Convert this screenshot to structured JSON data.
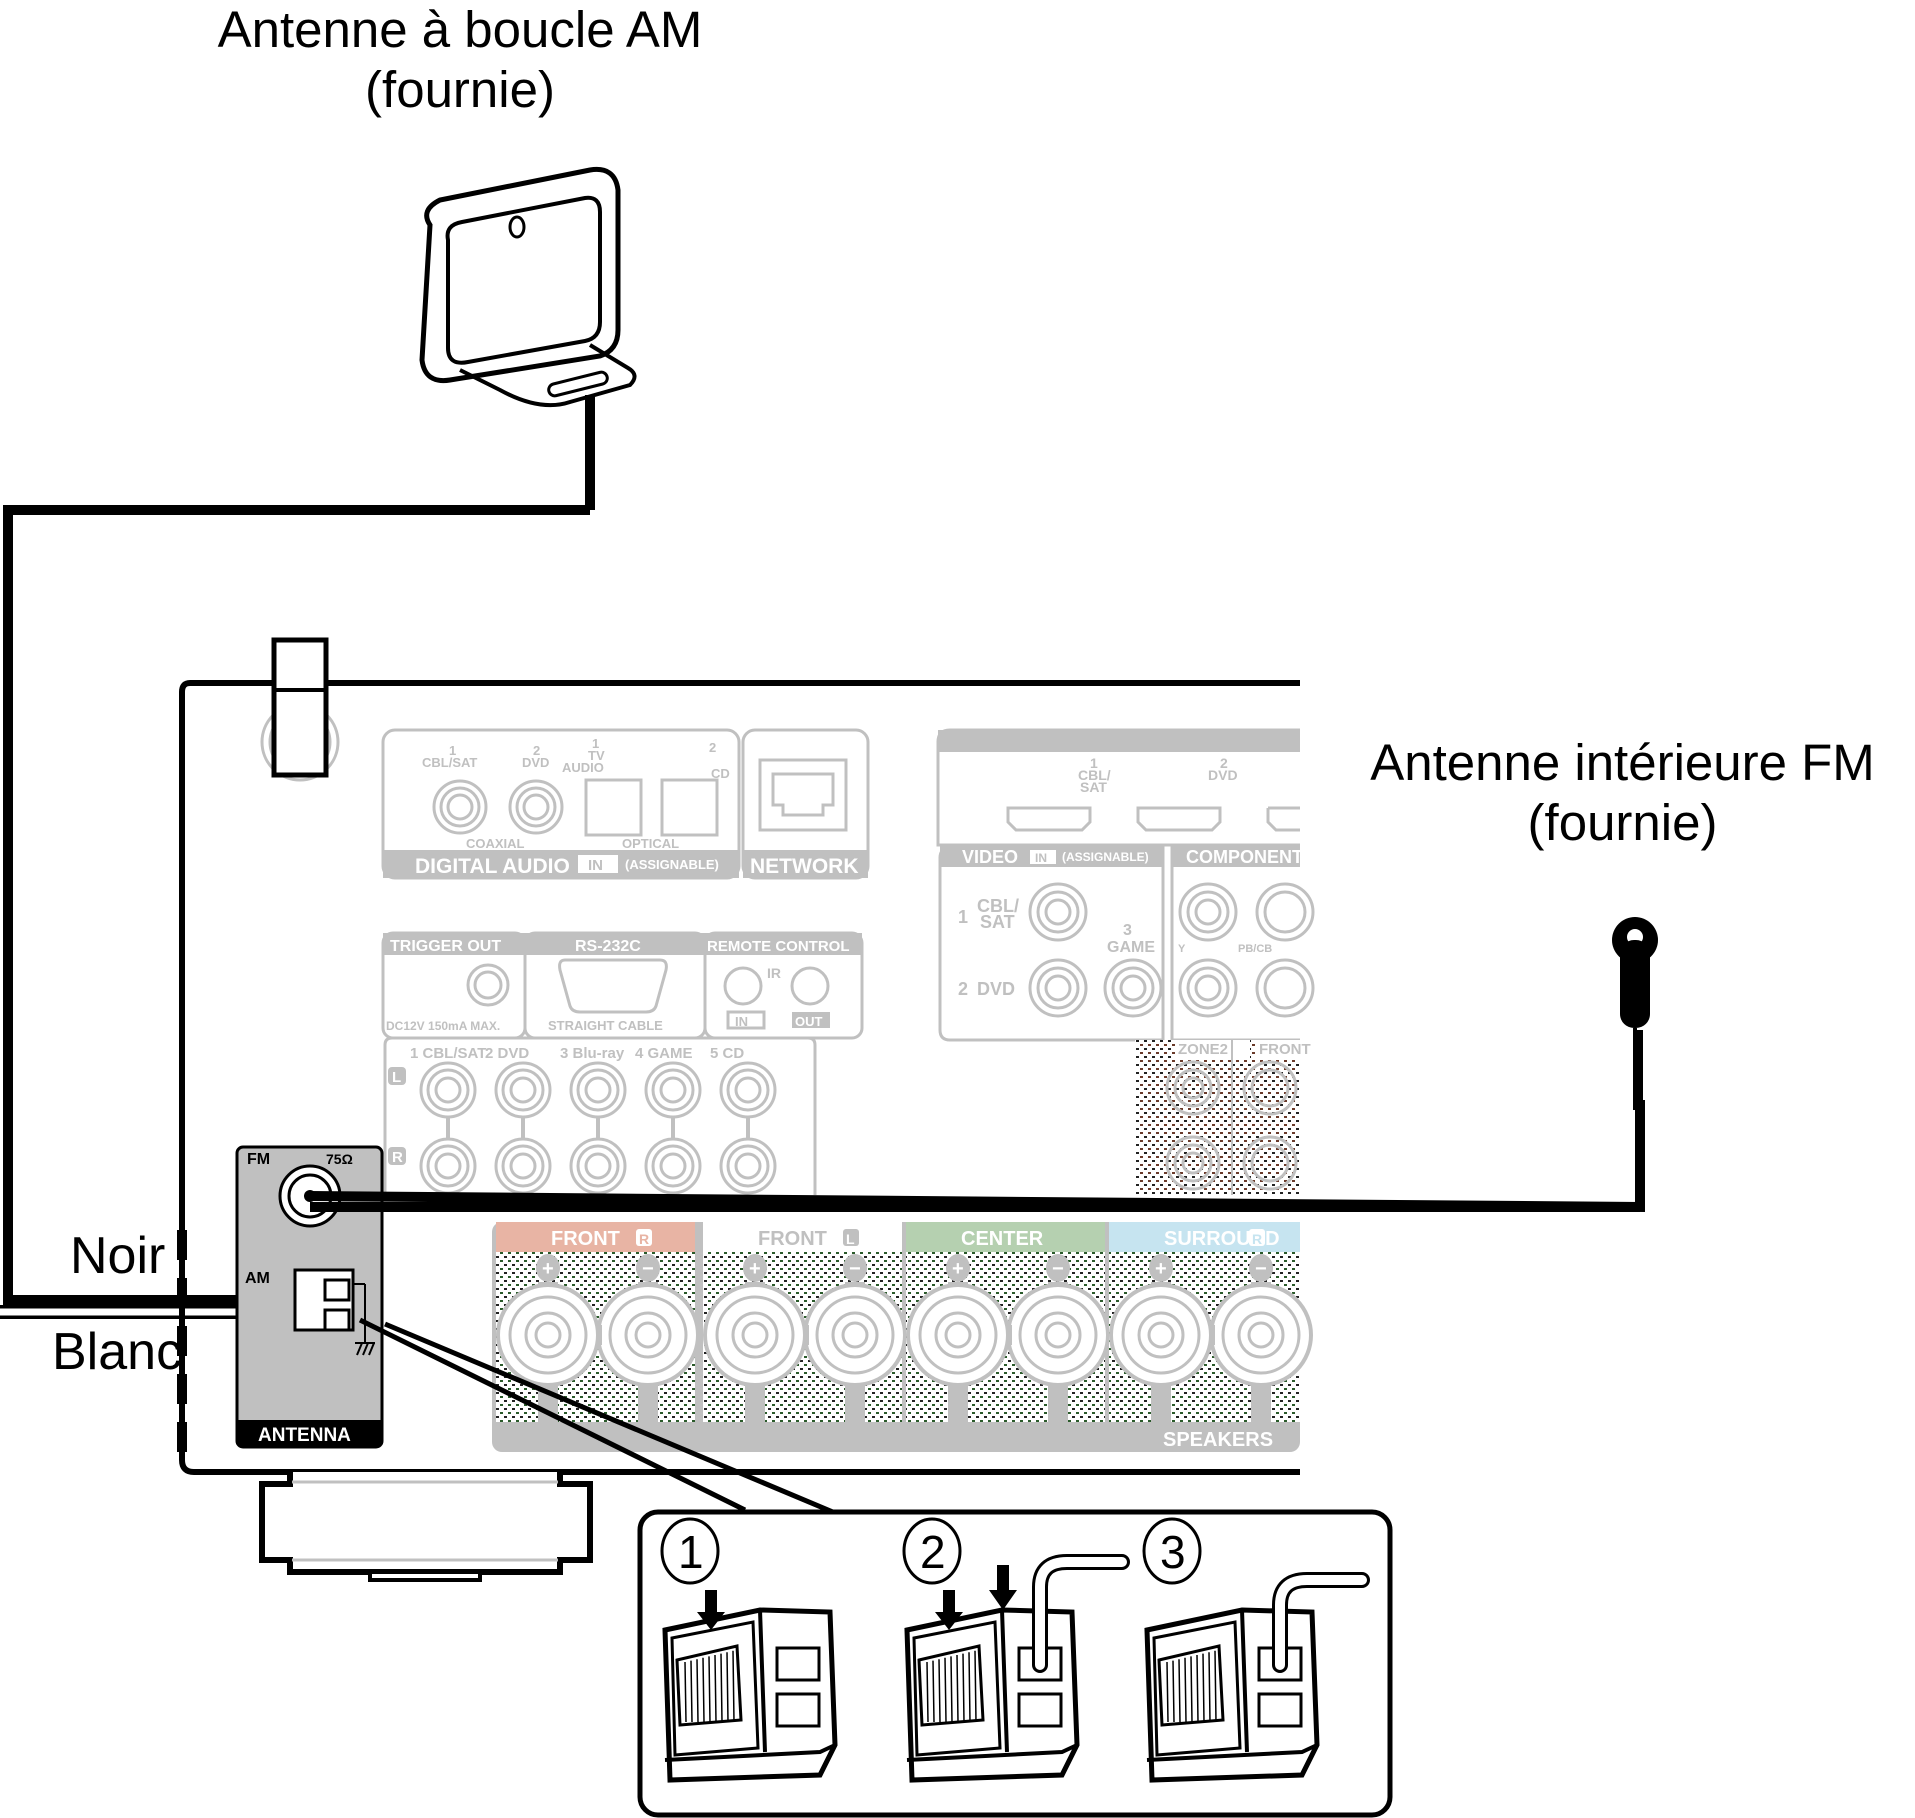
{
  "captions": {
    "am_antenna_line1": "Antenne à boucle AM",
    "am_antenna_line2": "(fournie)",
    "fm_antenna_line1": "Antenne intérieure FM",
    "fm_antenna_line2": "(fournie)",
    "wire_black": "Noir",
    "wire_white": "Blanc"
  },
  "receiver": {
    "digital_audio": {
      "coaxial_inputs": [
        {
          "num": "1",
          "label": "CBL/SAT"
        },
        {
          "num": "2",
          "label": "DVD"
        }
      ],
      "optical_inputs": [
        {
          "num": "1",
          "label1": "TV",
          "label2": "AUDIO"
        },
        {
          "num": "2",
          "label1": "",
          "label2": "CD"
        }
      ],
      "coaxial_label": "COAXIAL",
      "optical_label": "OPTICAL",
      "section_title": "DIGITAL AUDIO",
      "in_badge": "IN",
      "assignable": "(ASSIGNABLE)"
    },
    "network": {
      "title": "NETWORK"
    },
    "hdmi": {
      "inputs": [
        {
          "num": "1",
          "label1": "CBL/",
          "label2": "SAT"
        },
        {
          "num": "2",
          "label1": "DVD",
          "label2": ""
        }
      ]
    },
    "video": {
      "section_title": "VIDEO",
      "in_badge": "IN",
      "assignable": "(ASSIGNABLE)",
      "inputs": [
        {
          "num": "1",
          "label1": "CBL/",
          "label2": "SAT"
        },
        {
          "num": "2",
          "label1": "DVD",
          "label2": ""
        },
        {
          "num": "3",
          "label1": "GAME",
          "label2": ""
        }
      ]
    },
    "component": {
      "section_title": "COMPONENT",
      "y_label": "Y",
      "pb_label": "PB/CB"
    },
    "trigger_out": {
      "title": "TRIGGER OUT",
      "spec": "DC12V 150mA MAX."
    },
    "rs232c": {
      "title": "RS-232C",
      "note": "STRAIGHT CABLE"
    },
    "remote_control": {
      "title": "REMOTE CONTROL",
      "ir": "IR",
      "in": "IN",
      "out": "OUT"
    },
    "analog_audio": {
      "inputs": [
        "1 CBL/SAT",
        "2 DVD",
        "3 Blu-ray",
        "4 GAME",
        "5 CD"
      ],
      "left": "L",
      "right": "R"
    },
    "preout": {
      "zone2": "ZONE2",
      "front": "FRONT"
    },
    "antenna": {
      "title": "ANTENNA",
      "fm": "FM",
      "impedance": "75Ω",
      "am": "AM"
    },
    "speakers": {
      "title": "SPEAKERS",
      "channels": [
        {
          "label": "FRONT",
          "side": "R",
          "color": "#e8b4a4"
        },
        {
          "label": "FRONT",
          "side": "L",
          "color": "#ffffff"
        },
        {
          "label": "CENTER",
          "side": "",
          "color": "#b5d0b0"
        },
        {
          "label": "SURROUND",
          "side": "R",
          "color": "#c6e4f0"
        }
      ]
    }
  },
  "steps": [
    {
      "number": "1"
    },
    {
      "number": "2"
    },
    {
      "number": "3"
    }
  ]
}
